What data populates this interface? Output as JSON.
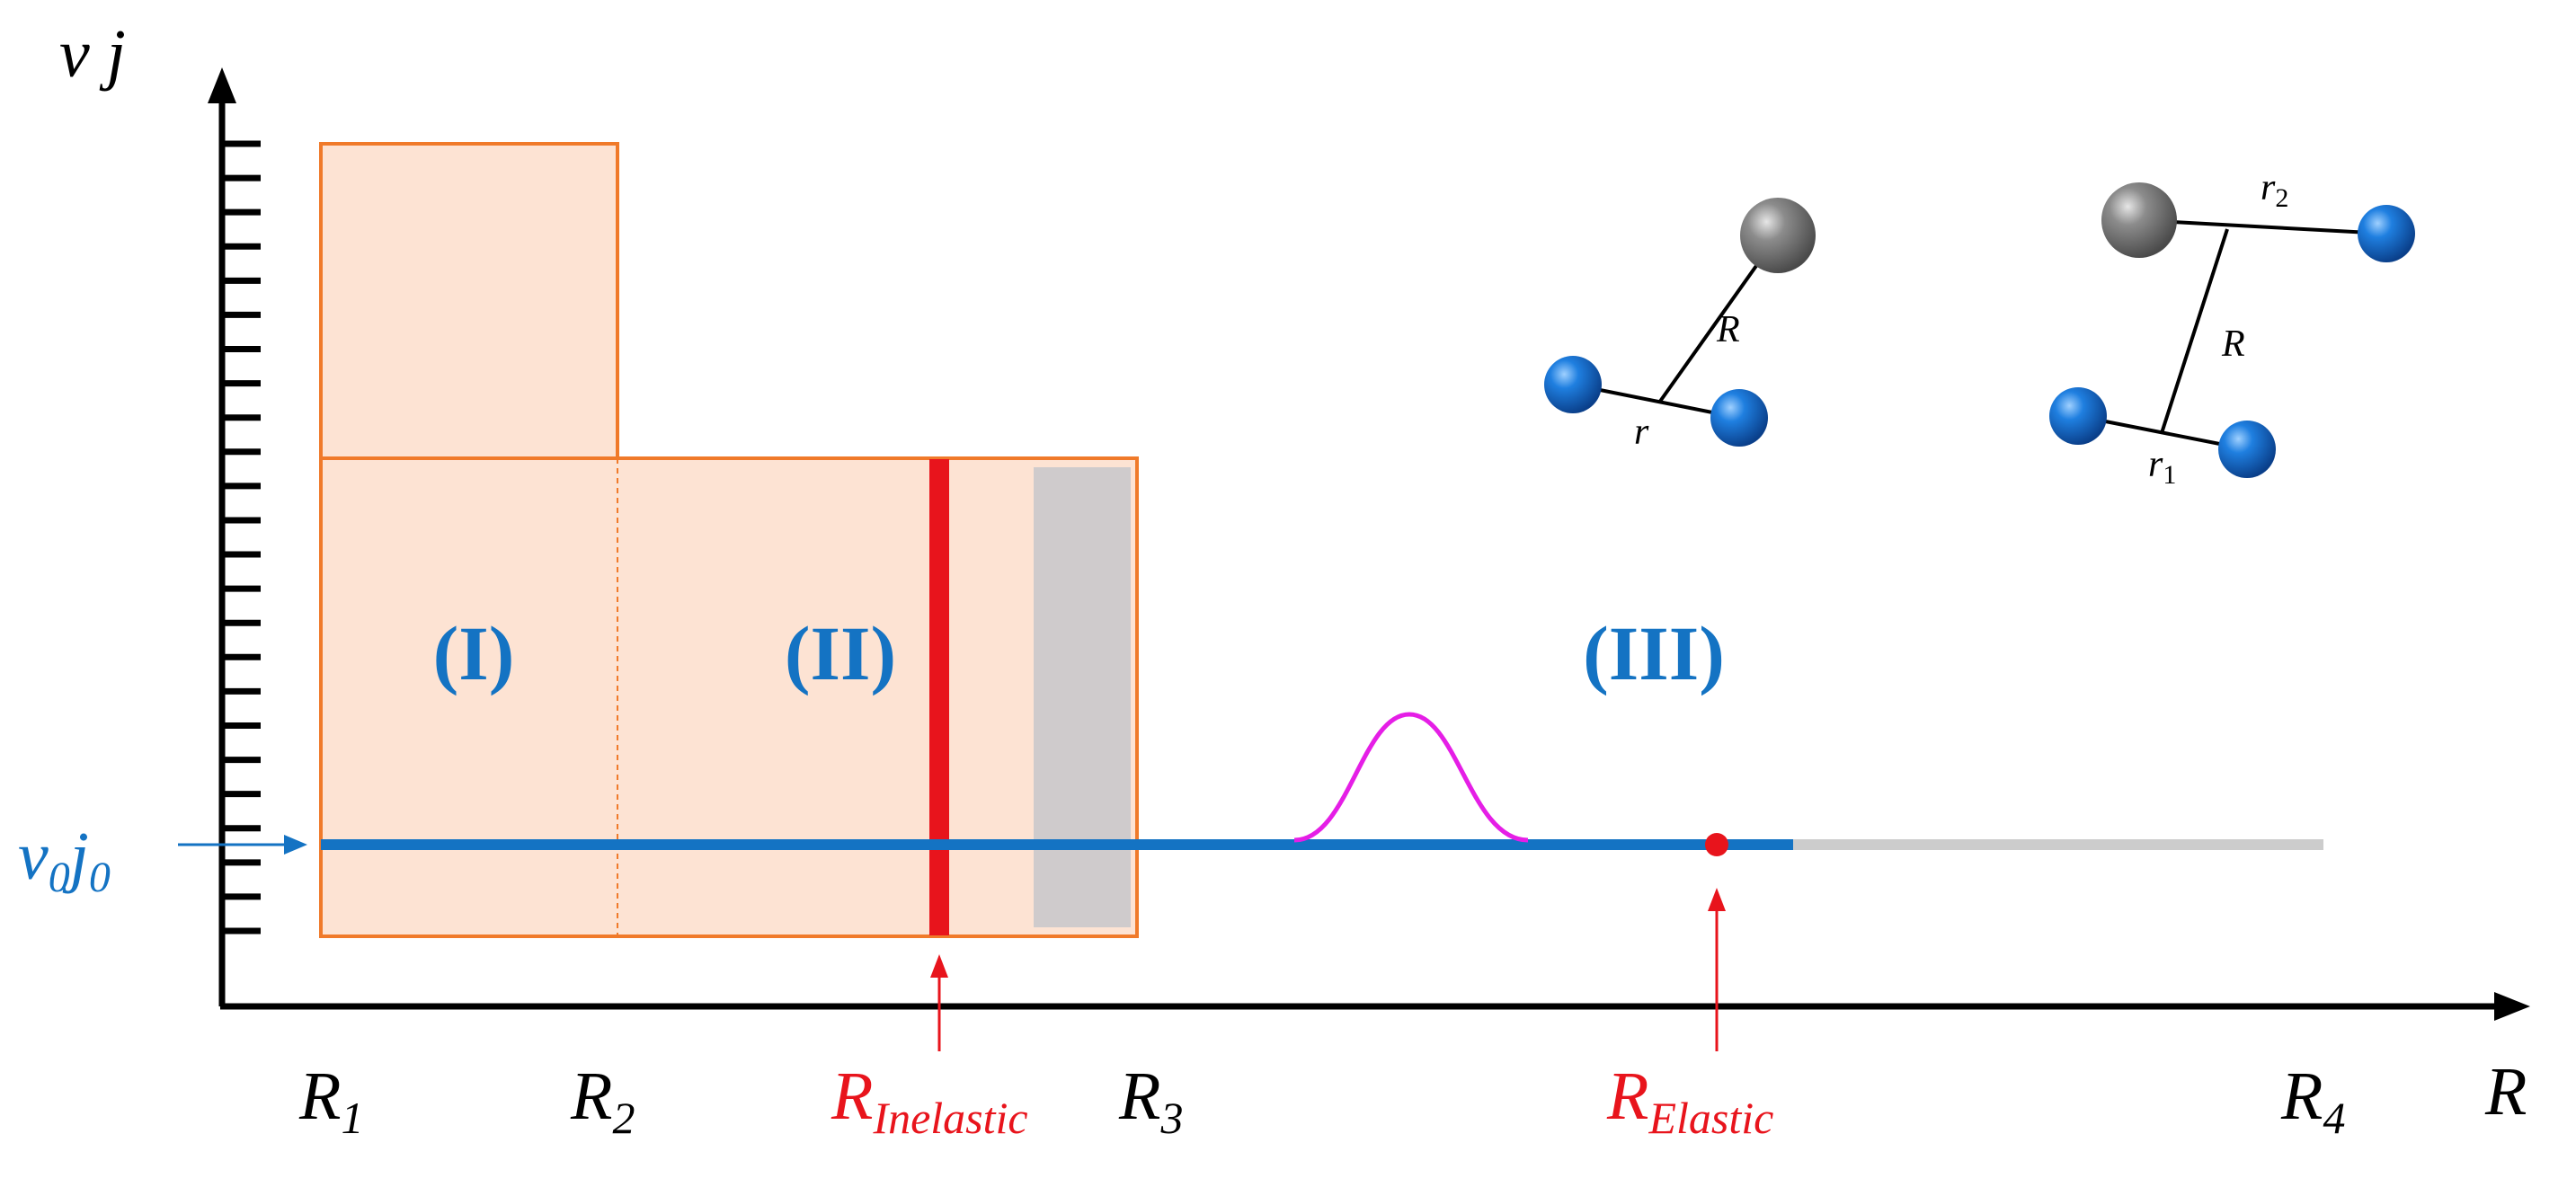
{
  "axes": {
    "y_label": "v j",
    "x_label": "R",
    "y_ticks": 24
  },
  "x_markers": {
    "r1": {
      "main": "R",
      "sub": "1"
    },
    "r2": {
      "main": "R",
      "sub": "2"
    },
    "r3": {
      "main": "R",
      "sub": "3"
    },
    "r4": {
      "main": "R",
      "sub": "4"
    },
    "r_inelastic": {
      "main": "R",
      "sub": "Inelastic"
    },
    "r_elastic": {
      "main": "R",
      "sub": "Elastic"
    }
  },
  "initial_state": {
    "v": "v",
    "v_sub": "0",
    "j": "j",
    "j_sub": "0"
  },
  "regions": {
    "one": "(I)",
    "two": "(II)",
    "three": "(III)"
  },
  "molecule_triatomic": {
    "big_r": "R",
    "small_r": "r"
  },
  "molecule_tetratomic": {
    "big_r": "R",
    "r1": "r",
    "r1_sub": "1",
    "r2": "r",
    "r2_sub": "2"
  },
  "colors": {
    "region_fill": "#fde3d3",
    "region_border": "#f07a2a",
    "trajectory": "#1473c3",
    "inelastic_line": "#e8141c",
    "absorber": "#cfcbcc",
    "wavepacket": "#e51ee6",
    "atom_heavy": "#7f7f7f",
    "atom_light": "#0f6bd0"
  }
}
